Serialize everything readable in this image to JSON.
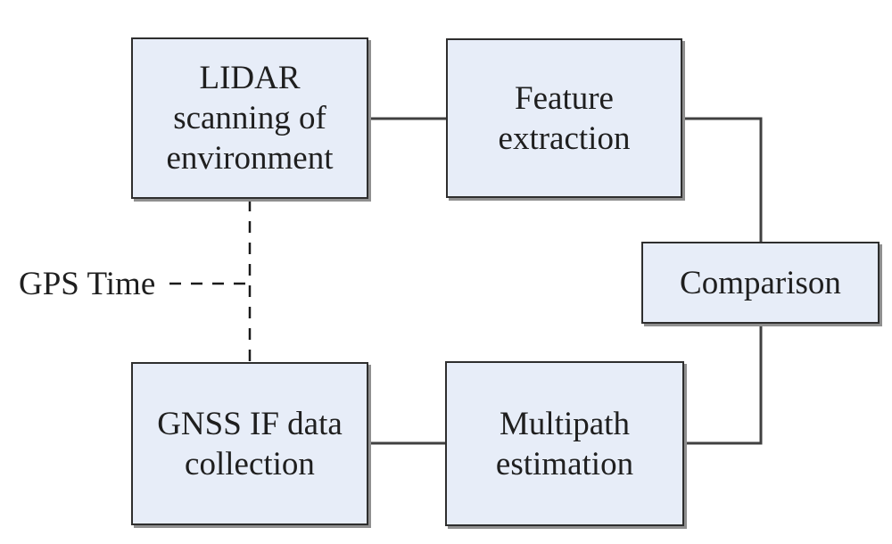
{
  "diagram": {
    "nodes": {
      "lidar": {
        "label": "LIDAR\nscanning of\nenvironment"
      },
      "feature": {
        "label": "Feature\nextraction"
      },
      "comparison": {
        "label": "Comparison"
      },
      "gnss": {
        "label": "GNSS IF data\ncollection"
      },
      "multipath": {
        "label": "Multipath\nestimation"
      }
    },
    "annotations": {
      "gps_time": {
        "label": "GPS Time"
      }
    },
    "edges": [
      {
        "from": "lidar",
        "to": "feature",
        "style": "solid"
      },
      {
        "from": "feature",
        "to": "comparison",
        "style": "solid"
      },
      {
        "from": "gnss",
        "to": "multipath",
        "style": "solid"
      },
      {
        "from": "multipath",
        "to": "comparison",
        "style": "solid"
      },
      {
        "from": "lidar",
        "to": "gnss",
        "style": "dashed",
        "label": "GPS Time"
      }
    ],
    "colors": {
      "node_fill": "#e7edf8",
      "node_border": "#2e2e2e",
      "node_shadow": "#8f8f8f",
      "connector": "#404040",
      "dashed": "#1a1a1a",
      "text": "#1f1f1f",
      "background": "#ffffff"
    }
  }
}
